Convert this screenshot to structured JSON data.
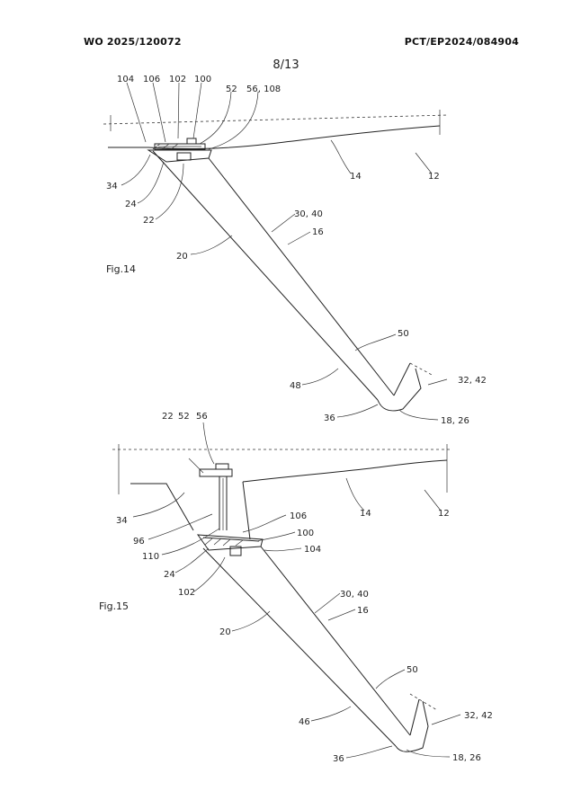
{
  "header": {
    "publication_number": "WO 2025/120072",
    "application_number": "PCT/EP2024/084904",
    "sheet": "8/13"
  },
  "fig14": {
    "caption": "Fig.14",
    "labels": {
      "l104": "104",
      "l106": "106",
      "l102": "102",
      "l100": "100",
      "l52": "52",
      "l56_108": "56, 108",
      "l34": "34",
      "l24": "24",
      "l22": "22",
      "l14": "14",
      "l12": "12",
      "l30_40": "30, 40",
      "l16": "16",
      "l20": "20",
      "l50": "50",
      "l48": "48",
      "l32_42": "32, 42",
      "l36": "36",
      "l18_26": "18, 26"
    }
  },
  "fig15": {
    "caption": "Fig.15",
    "labels": {
      "l22": "22",
      "l52": "52",
      "l56": "56",
      "l34": "34",
      "l96": "96",
      "l110": "110",
      "l24": "24",
      "l102": "102",
      "l106": "106",
      "l100": "100",
      "l104": "104",
      "l14": "14",
      "l12": "12",
      "l30_40": "30, 40",
      "l16": "16",
      "l20": "20",
      "l50": "50",
      "l46": "46",
      "l32_42": "32, 42",
      "l36": "36",
      "l18_26": "18, 26"
    }
  }
}
